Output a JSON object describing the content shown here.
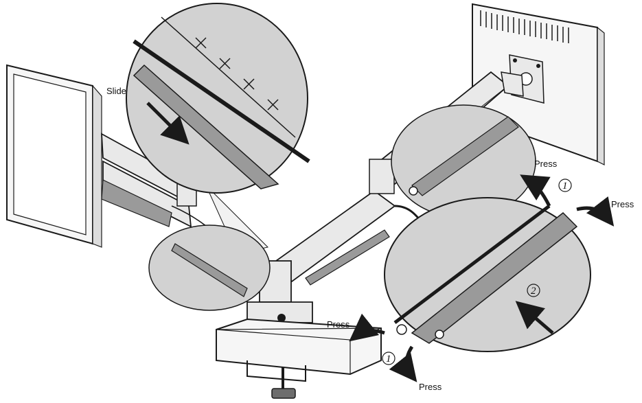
{
  "labels": {
    "slide": "Slide",
    "press_top": "Press",
    "press_right": "Press",
    "press_clamp": "Press",
    "press_bottom": "Press"
  },
  "steps": {
    "one_top": "1",
    "two": "2",
    "one_bottom": "1"
  },
  "colors": {
    "line": "#1a1a1a",
    "metal": "#e9e9e9",
    "cover": "#9a9a9a",
    "lens": "#d2d2d2",
    "screen": "#f6f6f6"
  }
}
